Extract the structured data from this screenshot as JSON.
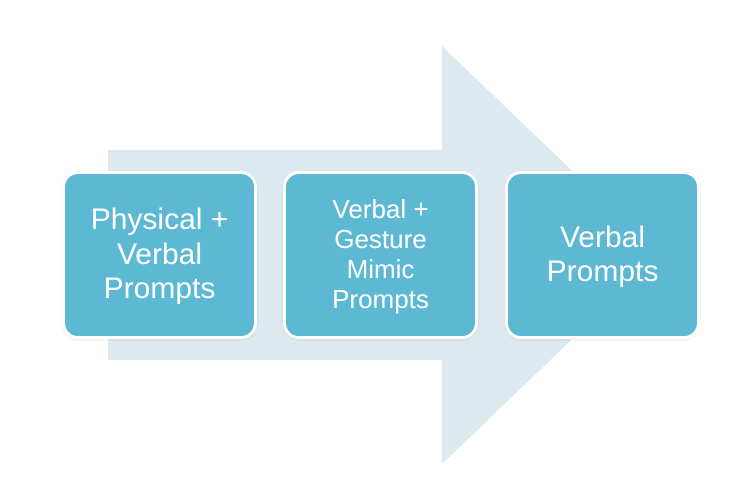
{
  "colors": {
    "arrow": "#dce9ef",
    "box": "#5cb8d3",
    "text": "#ffffff"
  },
  "steps": [
    {
      "label": "Physical +\nVerbal\nPrompts"
    },
    {
      "label": "Verbal +\nGesture\nMimic\nPrompts"
    },
    {
      "label": "Verbal\nPrompts"
    }
  ]
}
